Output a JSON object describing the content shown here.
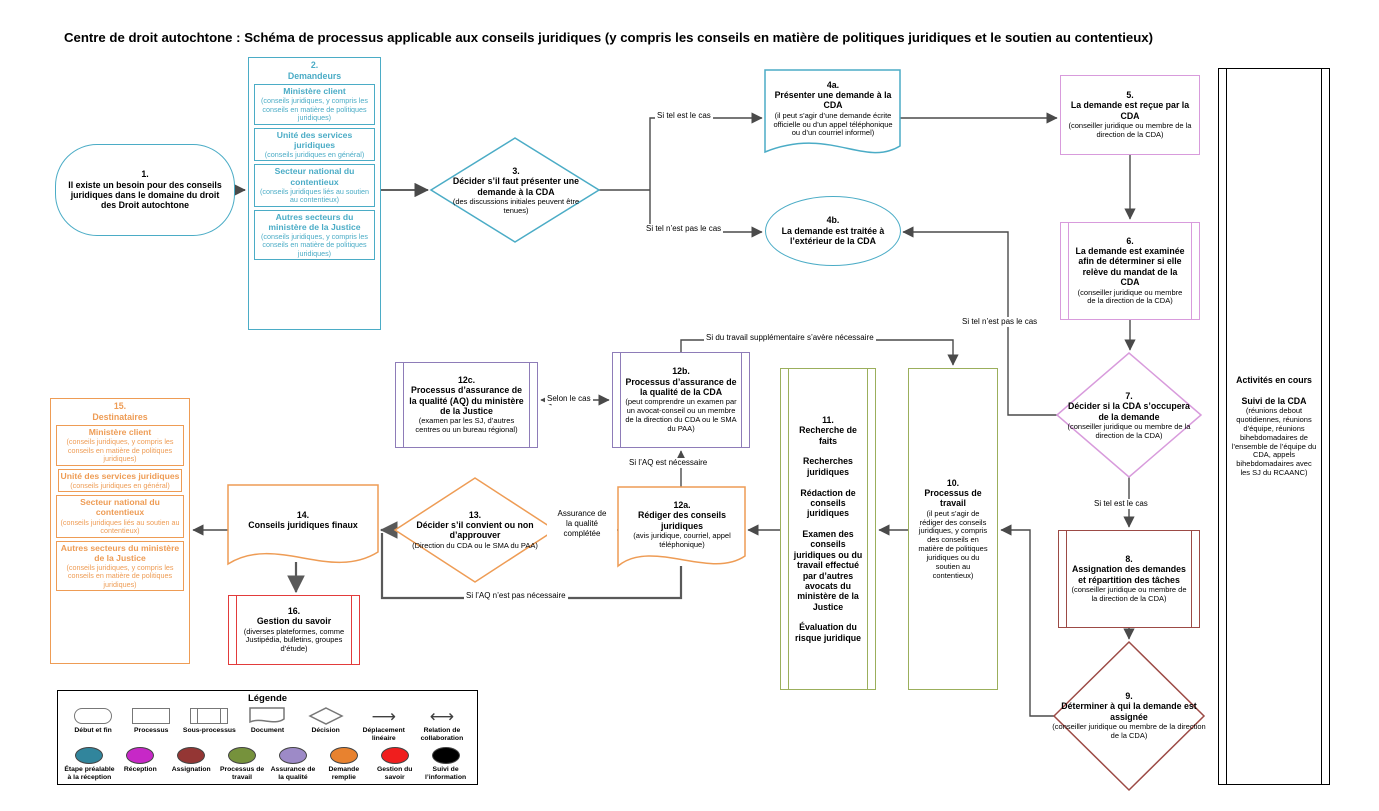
{
  "title": "Centre de droit autochtone : Schéma de processus applicable aux conseils juridiques  (y compris les conseils en matière de politiques juridiques et le soutien au contentieux)",
  "nodes": {
    "n1": {
      "main": "1.\nIl existe un besoin pour des conseils juridiques dans le domaine du droit des Droit autochtone"
    },
    "n2": {
      "title": "2.\nDemandeurs",
      "items": [
        {
          "main": "Ministère client",
          "note": "(conseils juridiques, y compris les conseils en matière de politiques juridiques)"
        },
        {
          "main": "Unité des services juridiques",
          "note": "(conseils juridiques en général)"
        },
        {
          "main": "Secteur national du contentieux",
          "note": "(conseils juridiques liés au soutien au contentieux)"
        },
        {
          "main": "Autres secteurs du ministère de la Justice",
          "note": "(conseils juridiques, y compris les conseils en matière de politiques juridiques)"
        }
      ]
    },
    "n3": {
      "main": "3.\nDécider s’il faut présenter une demande à la CDA",
      "note": "(des discussions initiales peuvent être tenues)"
    },
    "n4a": {
      "main": "4a.\nPrésenter une demande à la CDA",
      "note": "(il peut s’agir d’une demande écrite officielle ou d’un appel téléphonique ou d’un courriel informel)"
    },
    "n4b": {
      "main": "4b.\nLa demande est traitée à l’extérieur de la CDA"
    },
    "n5": {
      "main": "5.\nLa demande est reçue par la CDA",
      "note": "(conseiller juridique ou membre de la direction de la CDA)"
    },
    "n6": {
      "main": "6.\nLa demande est examinée afin de déterminer si elle relève du mandat de la CDA",
      "note": "(conseiller juridique ou membre de la direction de la CDA)"
    },
    "n7": {
      "main": "7.\nDécider si la CDA s’occupera de la demande",
      "note": "(conseiller juridique ou membre de la direction de la CDA)"
    },
    "n8": {
      "main": "8.\nAssignation des demandes et répartition des tâches",
      "note": "(conseiller juridique ou membre de la direction de la CDA)"
    },
    "n9": {
      "main": "9.\nDéterminer à qui la demande est assignée",
      "note": "(conseiller juridique ou membre de la direction de la CDA)"
    },
    "n10": {
      "main": "10.\nProcessus de travail",
      "note": "(il peut s’agir de rédiger des conseils juridiques, y compris des conseils en matière de politiques juridiques ou du soutien au contentieux)"
    },
    "n11": {
      "main": "11.\nRecherche de faits\n\nRecherches juridiques\n\nRédaction de conseils juridiques\n\nExamen des conseils juridiques ou du travail effectué par d’autres avocats du ministère de la Justice\n\nÉvaluation du risque juridique"
    },
    "n12a": {
      "main": "12a.\nRédiger des conseils juridiques",
      "note": "(avis juridique, courriel, appel téléphonique)"
    },
    "n12b": {
      "main": "12b.\nProcessus d’assurance de la qualité de la CDA",
      "note": "(peut comprendre un examen par un avocat-conseil ou un membre de la direction du CDA ou le SMA du PAA)"
    },
    "n12c": {
      "main": "12c.\nProcessus d’assurance de la qualité (AQ) du ministère de la Justice",
      "note": "(examen par les SJ, d’autres centres ou un bureau régional)"
    },
    "n13": {
      "main": "13.\nDécider s’il convient ou non d’approuver",
      "note": "(Direction du CDA ou le SMA du PAA)"
    },
    "n14": {
      "main": "14.\nConseils juridiques finaux"
    },
    "n15": {
      "title": "15.\nDestinataires",
      "items": [
        {
          "main": "Ministère client",
          "note": "(conseils juridiques, y compris les conseils en matière de politiques juridiques)"
        },
        {
          "main": "Unité des services juridiques",
          "note": "(conseils juridiques en général)"
        },
        {
          "main": "Secteur national du contentieux",
          "note": "(conseils juridiques liés au soutien au contentieux)"
        },
        {
          "main": "Autres secteurs du ministère de la Justice",
          "note": "(conseils juridiques, y compris les conseils en matière de politiques juridiques)"
        }
      ]
    },
    "n16": {
      "main": "16.\nGestion du savoir",
      "note": "(diverses plateformes, comme Justipédia, bulletins, groupes d’étude)"
    },
    "ongoing": {
      "main": "Activités en cours\n\nSuivi de la CDA",
      "note": "(réunions debout quotidiennes, réunions d’équipe, réunions bihebdomadaires de l’ensemble de l’équipe du CDA, appels bihebdomadaires avec les SJ du RCAANC)"
    }
  },
  "edge_labels": {
    "case_yes_top": "Si tel est le cas",
    "case_no_top": "Si tel n’est pas le cas",
    "case_no_7": "Si tel n’est pas le cas",
    "case_yes_7": "Si tel est le cas",
    "extra_work": "Si du travail supplémentaire s’avère nécessaire",
    "depends": "Selon le cas",
    "qa_needed": "Si l’AQ est nécessaire",
    "qa_done": "Assurance de\nla qualité\ncomplétée",
    "qa_not_needed": "Si l’AQ n’est pas nécessaire"
  },
  "legend": {
    "title": "Légende",
    "shapes": [
      {
        "label": "Début et fin"
      },
      {
        "label": "Processus"
      },
      {
        "label": "Sous-processus"
      },
      {
        "label": "Document"
      },
      {
        "label": "Décision"
      },
      {
        "label": "Déplacement\nlinéaire"
      },
      {
        "label": "Relation de\ncollaboration"
      }
    ],
    "colors": [
      {
        "label": "Étape préalable\nà la réception",
        "hex": "#31859C",
        "style": "background:#31859C"
      },
      {
        "label": "Réception",
        "hex": "#C728C7",
        "style": "background:#C728C7"
      },
      {
        "label": "Assignation",
        "hex": "#943634",
        "style": "background:#943634"
      },
      {
        "label": "Processus\nde travail",
        "hex": "#76923C",
        "style": "background:#76923C"
      },
      {
        "label": "Assurance\nde la qualité",
        "hex": "#9D8AC7",
        "style": "background:#9D8AC7"
      },
      {
        "label": "Demande\nremplie",
        "hex": "#E8822F",
        "style": "background:#E8822F"
      },
      {
        "label": "Gestion du\nsavoir",
        "hex": "#F01E1E",
        "style": "background:#F01E1E"
      },
      {
        "label": "Suivi de\nl’information",
        "hex": "#000000",
        "style": "background:#000000"
      }
    ]
  }
}
